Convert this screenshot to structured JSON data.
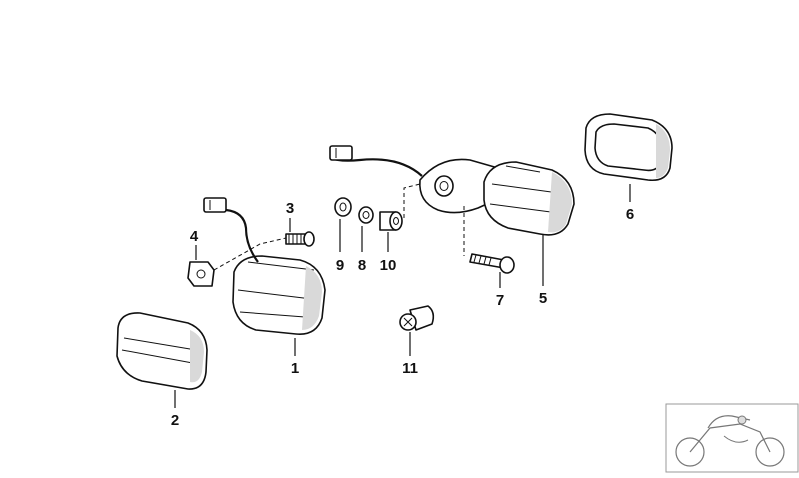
{
  "callouts": [
    {
      "id": "1",
      "text": "1"
    },
    {
      "id": "2",
      "text": "2"
    },
    {
      "id": "3",
      "text": "3"
    },
    {
      "id": "4",
      "text": "4"
    },
    {
      "id": "5",
      "text": "5"
    },
    {
      "id": "6",
      "text": "6"
    },
    {
      "id": "7",
      "text": "7"
    },
    {
      "id": "8",
      "text": "8"
    },
    {
      "id": "9",
      "text": "9"
    },
    {
      "id": "10",
      "text": "10"
    },
    {
      "id": "11",
      "text": "11"
    }
  ],
  "thumbnail_icon": "motorcycle-sketch-icon",
  "colors": {
    "ink": "#111111",
    "background": "#ffffff",
    "shade": "#d9d9d9"
  }
}
